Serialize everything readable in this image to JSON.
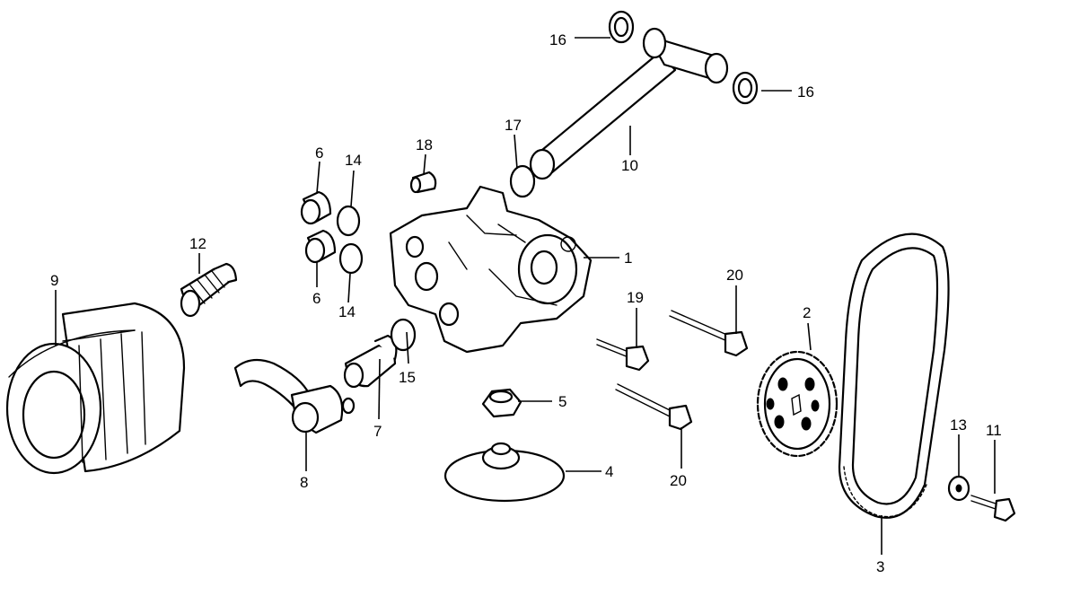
{
  "callouts": {
    "c1": "1",
    "c2": "2",
    "c3": "3",
    "c4": "4",
    "c5": "5",
    "c6a": "6",
    "c6b": "6",
    "c7": "7",
    "c8": "8",
    "c9": "9",
    "c10": "10",
    "c11": "11",
    "c12": "12",
    "c13": "13",
    "c14a": "14",
    "c14b": "14",
    "c15": "15",
    "c16a": "16",
    "c16b": "16",
    "c17": "17",
    "c18": "18",
    "c19": "19",
    "c20a": "20",
    "c20b": "20"
  }
}
